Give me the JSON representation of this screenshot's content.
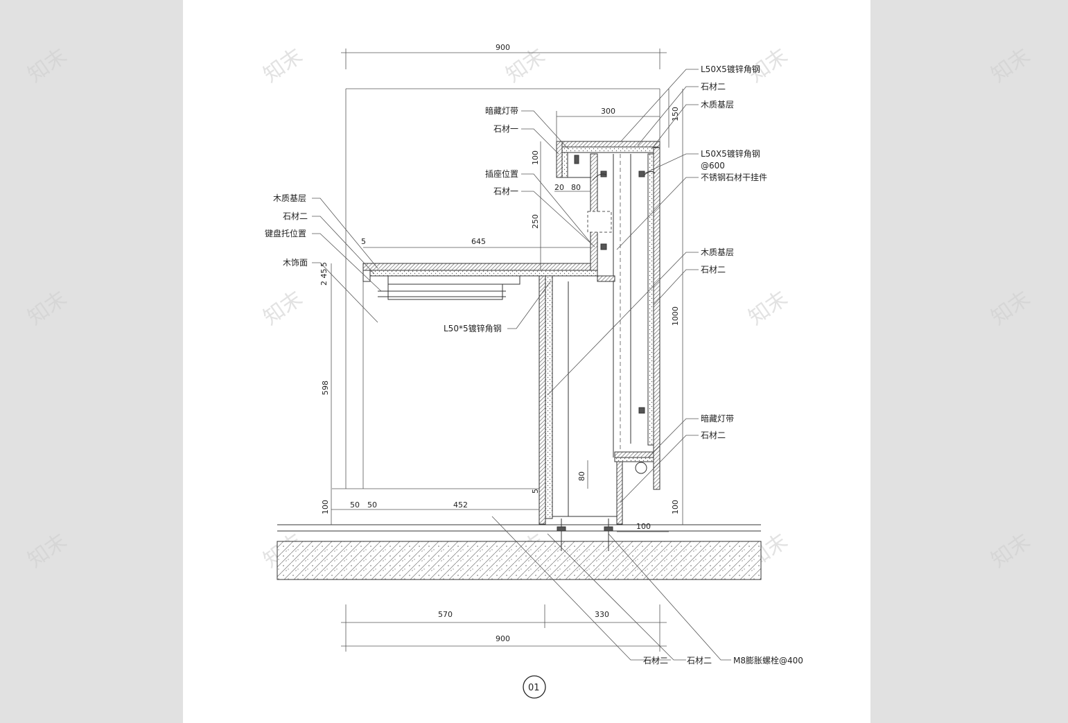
{
  "labels": {
    "l1": "L50X5镀锌角钢",
    "l2": "石材二",
    "l3": "木质基层",
    "l4": "暗藏灯带",
    "l5": "石材一",
    "l6": "插座位置",
    "l7": "石材一",
    "l8": "L50X5镀锌角钢",
    "l8b": "@600",
    "l9": "不锈钢石材干挂件",
    "l10": "木质基层",
    "l11": "石材二",
    "l12": "键盘托位置",
    "l13": "木饰面",
    "l14": "L50*5镀锌角钢",
    "l15": "木质基层",
    "l16": "石材二",
    "l17": "暗藏灯带",
    "l18": "石材二",
    "l19": "石材二",
    "l20": "石材二",
    "l21": "M8膨胀螺栓@400"
  },
  "dims": {
    "top900": "900",
    "d300": "300",
    "d150": "150",
    "d100a": "100",
    "d20": "20",
    "d80a": "80",
    "d250": "250",
    "d645": "645",
    "d5a": "5",
    "d5b": "5",
    "d245": "2 45",
    "d1000": "1000",
    "d598": "598",
    "d80b": "80",
    "d5c": "5",
    "d100b": "100",
    "d50a": "50",
    "d50b": "50",
    "d452": "452",
    "d100c": "100",
    "d100d": "100",
    "d570": "570",
    "d330": "330",
    "bot900": "900"
  },
  "sheet_no": "01",
  "watermark": "知末"
}
